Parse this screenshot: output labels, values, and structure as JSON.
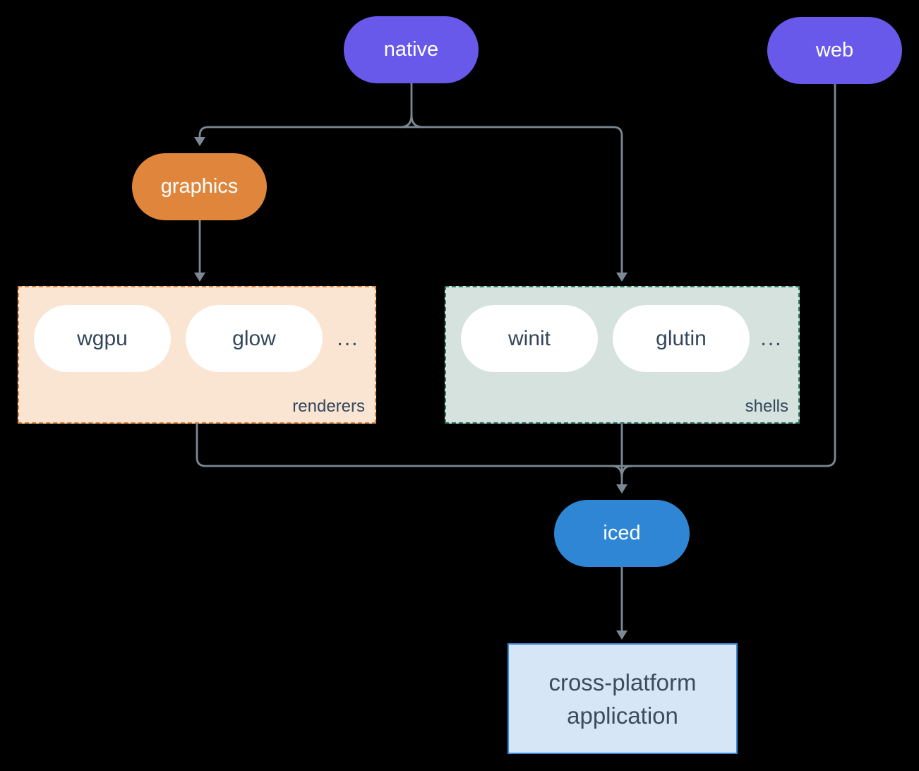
{
  "palette": {
    "background": "#000000",
    "edge_line": "#7C8894",
    "platform_pill": "#6859EA",
    "graphics_pill": "#E0863C",
    "iced_pill": "#2E86D5",
    "inner_pill_bg": "#FFFFFF",
    "renderers_box_bg": "#FAE5D3",
    "renderers_box_border": "#E0863C",
    "shells_box_bg": "#D5E2DD",
    "shells_box_border": "#2E7D6B",
    "app_box_bg": "#D6E6F7",
    "app_box_border": "#3C87DB",
    "dark_text": "#33475C",
    "pill_text": "#FFFFFF"
  },
  "nodes": {
    "native": "native",
    "web": "web",
    "graphics": "graphics",
    "iced": "iced"
  },
  "groups": {
    "renderers": {
      "label": "renderers",
      "items": [
        "wgpu",
        "glow"
      ],
      "ellipsis": "..."
    },
    "shells": {
      "label": "shells",
      "items": [
        "winit",
        "glutin"
      ],
      "ellipsis": "..."
    }
  },
  "application": {
    "line1": "cross-platform",
    "line2": "application"
  },
  "edges": [
    {
      "from": "native",
      "to": "graphics"
    },
    {
      "from": "native",
      "to": "shells"
    },
    {
      "from": "graphics",
      "to": "renderers"
    },
    {
      "from": "renderers",
      "to": "iced"
    },
    {
      "from": "shells",
      "to": "iced"
    },
    {
      "from": "web",
      "to": "iced"
    },
    {
      "from": "iced",
      "to": "application"
    }
  ]
}
